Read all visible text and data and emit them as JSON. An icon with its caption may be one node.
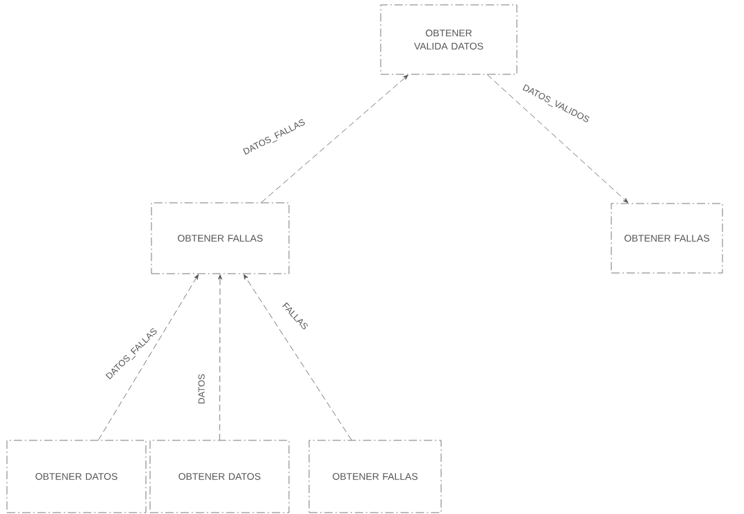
{
  "diagram": {
    "nodes": [
      {
        "text": [
          "OBTENER VALIDA DATOS"
        ]
      },
      {
        "text": [
          "OBTENER FALLAS"
        ]
      },
      {
        "text": [
          "OBTENER FALLAS"
        ]
      },
      {
        "text": [
          "OBTENER DATOS"
        ]
      },
      {
        "text": [
          "OBTENER DATOS"
        ]
      },
      {
        "text": [
          "OBTENER FALLAS"
        ]
      }
    ],
    "edges": [
      {
        "from": 1,
        "to": 0,
        "arrow": "to",
        "label": "DATOS_FALLAS",
        "style": "dashed"
      },
      {
        "from": 0,
        "to": 2,
        "arrow": "to",
        "label": "DATOS_VALIDOS",
        "style": "dashed"
      },
      {
        "from": 3,
        "to": 1,
        "arrow": "to",
        "label": "DATOS_FALLAS",
        "style": "dashed"
      },
      {
        "from": 4,
        "to": 1,
        "arrow": "to",
        "label": "DATOS",
        "style": "dashed"
      },
      {
        "from": 5,
        "to": 1,
        "arrow": "to",
        "label": "FALLAS",
        "style": "dashed"
      }
    ]
  }
}
